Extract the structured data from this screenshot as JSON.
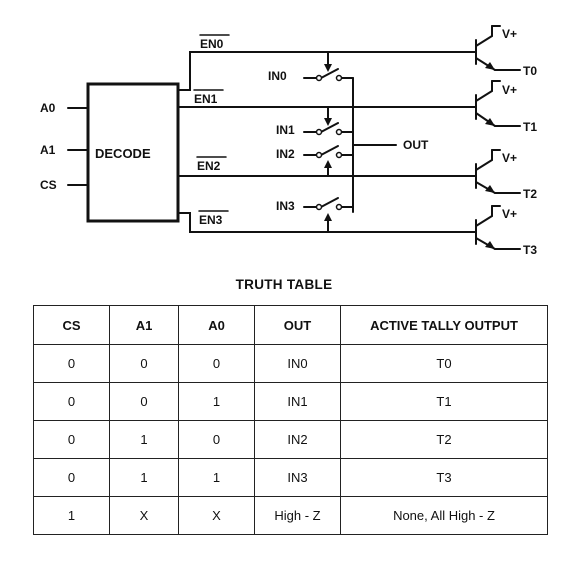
{
  "diagram": {
    "inputs": [
      "A0",
      "A1",
      "CS"
    ],
    "decoder_label": "DECODE",
    "enables": [
      "EN0",
      "EN1",
      "EN2",
      "EN3"
    ],
    "switch_inputs": [
      "IN0",
      "IN1",
      "IN2",
      "IN3"
    ],
    "output_label": "OUT",
    "supply_label": "V+",
    "tally_outputs": [
      "T0",
      "T1",
      "T2",
      "T3"
    ]
  },
  "truth_table": {
    "title": "TRUTH TABLE",
    "headers": [
      "CS",
      "A1",
      "A0",
      "OUT",
      "ACTIVE TALLY OUTPUT"
    ],
    "rows": [
      [
        "0",
        "0",
        "0",
        "IN0",
        "T0"
      ],
      [
        "0",
        "0",
        "1",
        "IN1",
        "T1"
      ],
      [
        "0",
        "1",
        "0",
        "IN2",
        "T2"
      ],
      [
        "0",
        "1",
        "1",
        "IN3",
        "T3"
      ],
      [
        "1",
        "X",
        "X",
        "High - Z",
        "None, All High - Z"
      ]
    ]
  }
}
